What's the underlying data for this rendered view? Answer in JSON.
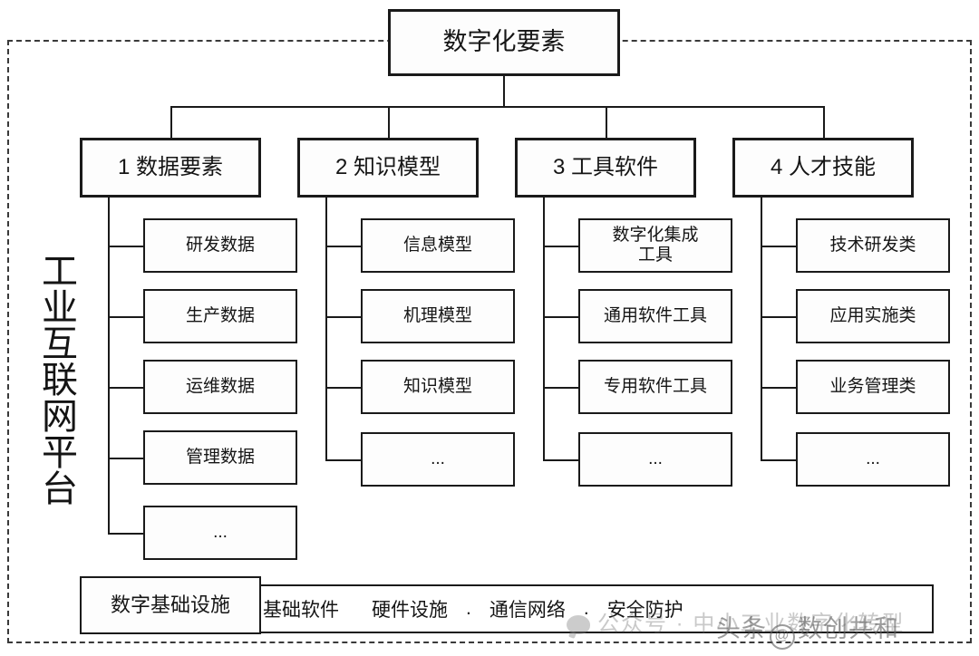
{
  "diagram": {
    "title": "数字化要素",
    "side_label": "工业互联网平台",
    "root": {
      "label": "数字化要素"
    },
    "columns": [
      {
        "id": "data-elements",
        "label": "1 数据要素",
        "children": [
          "研发数据",
          "生产数据",
          "运维数据",
          "管理数据",
          "..."
        ]
      },
      {
        "id": "knowledge-models",
        "label": "2 知识模型",
        "children": [
          "信息模型",
          "机理模型",
          "知识模型",
          "..."
        ]
      },
      {
        "id": "tool-software",
        "label": "3 工具软件",
        "children": [
          "数字化集成\n工具",
          "通用软件工具",
          "专用软件工具",
          "..."
        ]
      },
      {
        "id": "talent-skills",
        "label": "4 人才技能",
        "children": [
          "技术研发类",
          "应用实施类",
          "业务管理类",
          "..."
        ]
      }
    ],
    "infrastructure": {
      "label": "数字基础设施",
      "items": [
        "基础软件",
        "硬件设施",
        "通信网络",
        "安全防护"
      ],
      "separator": "."
    },
    "watermarks": {
      "wechat": "公众号 · 中小工业数字化转型",
      "toutiao_prefix": "头条",
      "toutiao_at": "@",
      "toutiao_name": "数创共和"
    },
    "colors": {
      "line": "#1a1a1a",
      "box_fill": "#fdfdfd",
      "dashed_border": "#3a3a3a",
      "text": "#151515"
    }
  }
}
